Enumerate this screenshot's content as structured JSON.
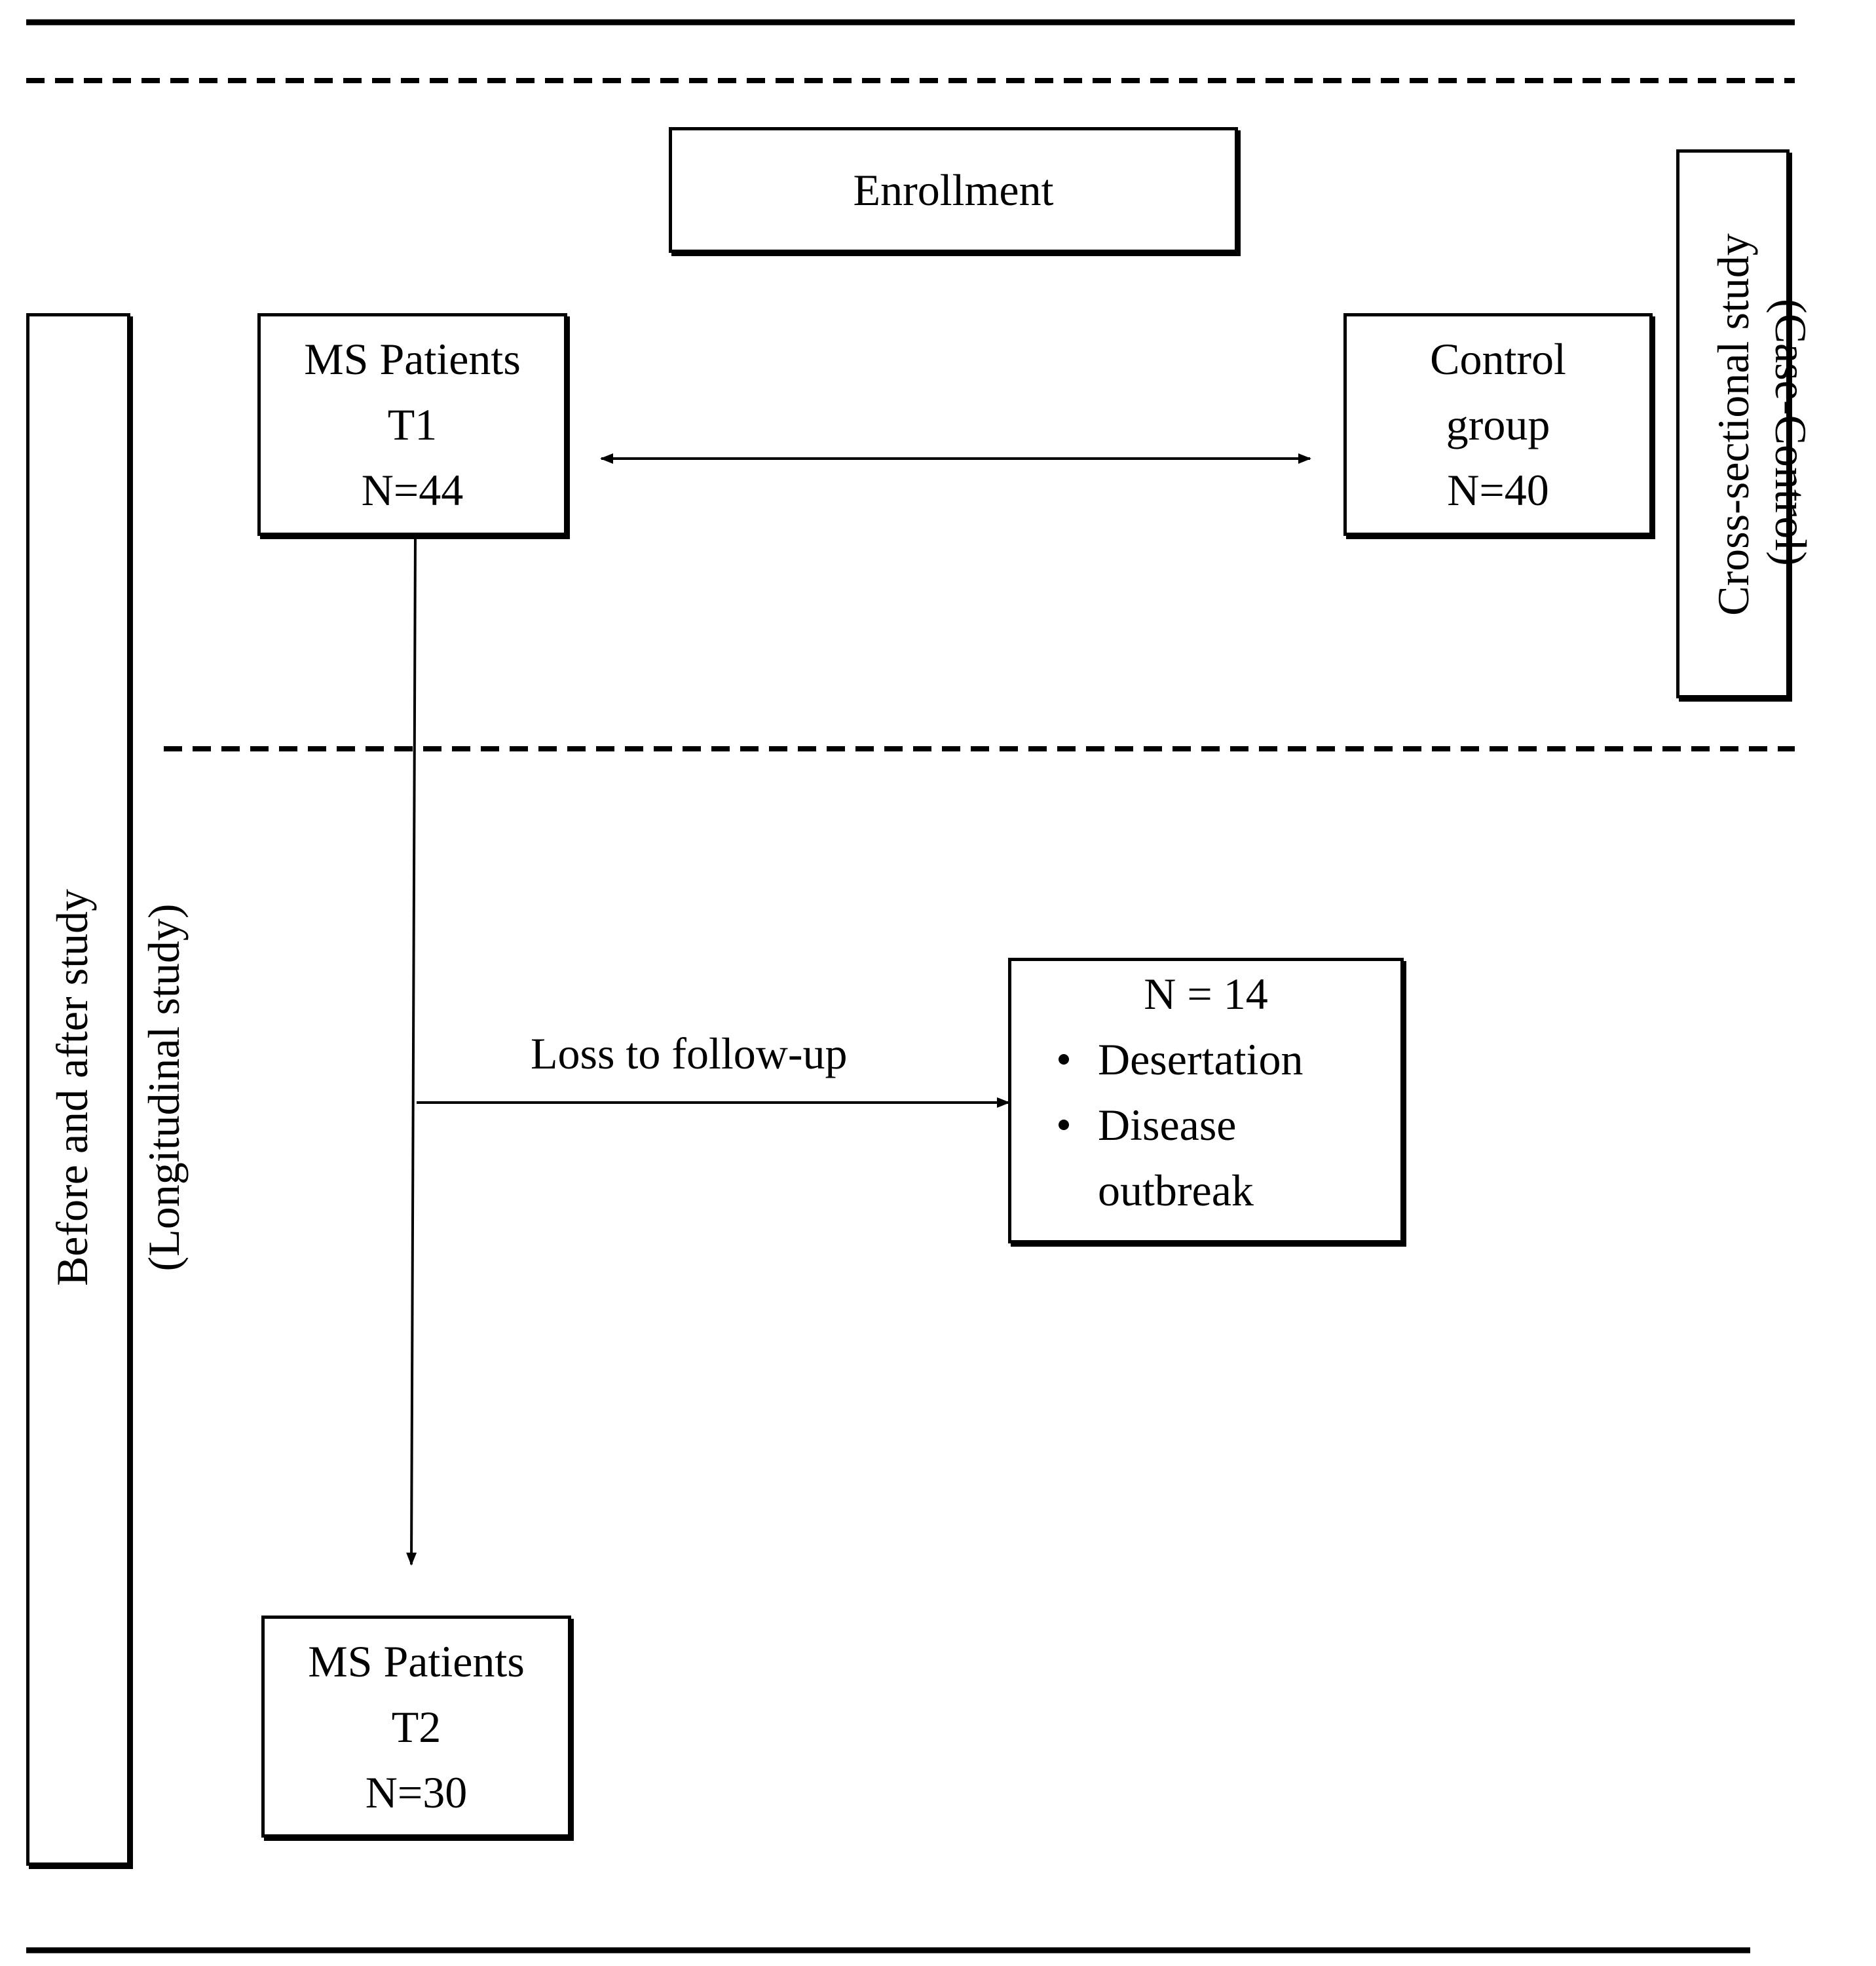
{
  "enrollment": {
    "label": "Enrollment"
  },
  "ms_t1": {
    "line1": "MS Patients",
    "line2": "T1",
    "line3": "N=44"
  },
  "control": {
    "line1": "Control",
    "line2": "group",
    "line3": "N=40"
  },
  "cross_sectional": {
    "line1": "Cross-sectional study",
    "line2": "(Case-Control)"
  },
  "longitudinal": {
    "line1": "Before and after study",
    "line2": "(Longitudinal study)"
  },
  "loss": {
    "label": "Loss to follow-up",
    "count": "N = 14",
    "reasons": [
      "Desertation",
      "Disease outbreak"
    ]
  },
  "ms_t2": {
    "line1": "MS Patients",
    "line2": "T2",
    "line3": "N=30"
  }
}
